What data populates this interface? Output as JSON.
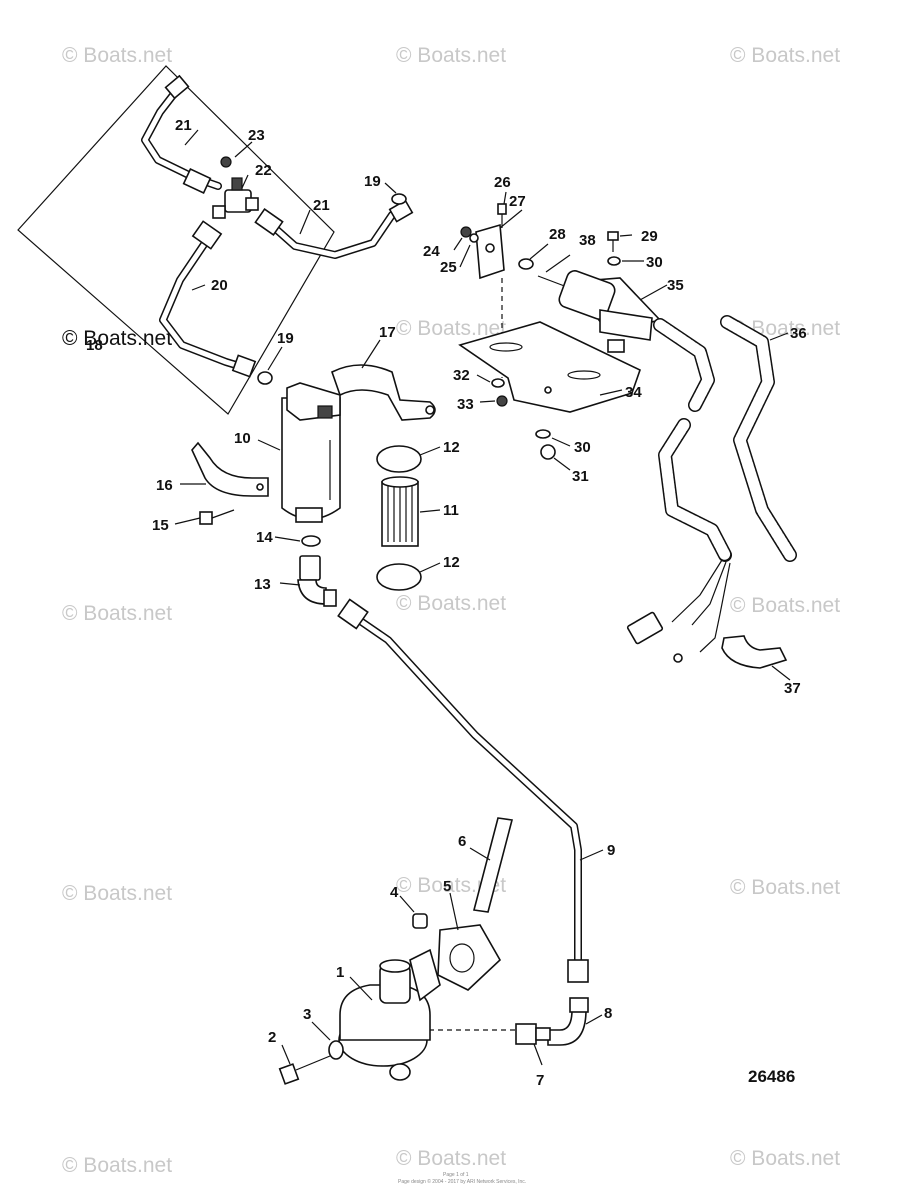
{
  "watermark": "© Boats.net",
  "figure_number": "26486",
  "footer_line1": "Page 1 of 1",
  "footer_line2": "Page design © 2004 - 2017 by ARI Network Services, Inc.",
  "callouts": [
    "1",
    "2",
    "3",
    "4",
    "5",
    "6",
    "7",
    "8",
    "9",
    "10",
    "11",
    "12",
    "12",
    "13",
    "14",
    "15",
    "16",
    "17",
    "18",
    "19",
    "19",
    "20",
    "21",
    "21",
    "22",
    "23",
    "24",
    "25",
    "26",
    "27",
    "28",
    "29",
    "30",
    "30",
    "31",
    "32",
    "33",
    "34",
    "35",
    "36",
    "37",
    "38"
  ]
}
